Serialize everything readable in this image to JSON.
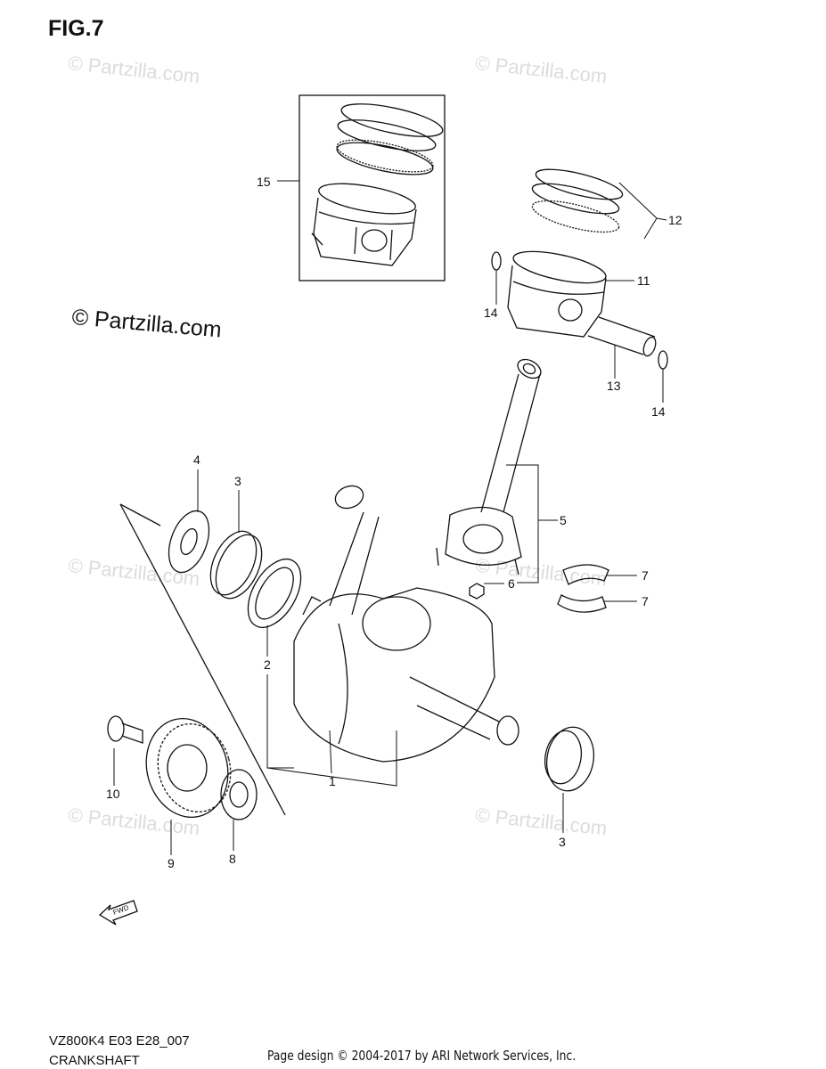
{
  "figure": {
    "title": "FIG.7",
    "model_code": "VZ800K4 E03 E28_007",
    "section": "CRANKSHAFT",
    "page_design": "Page design © 2004-2017 by ARI Network Services, Inc.",
    "watermark_main": "© Partzilla.com",
    "watermark_faint": "© Partzilla.com",
    "fwd_label": "FWD"
  },
  "callouts": [
    {
      "id": "c15",
      "label": "15"
    },
    {
      "id": "c12",
      "label": "12"
    },
    {
      "id": "c11",
      "label": "11"
    },
    {
      "id": "c14a",
      "label": "14"
    },
    {
      "id": "c13",
      "label": "13"
    },
    {
      "id": "c14b",
      "label": "14"
    },
    {
      "id": "c4",
      "label": "4"
    },
    {
      "id": "c3a",
      "label": "3"
    },
    {
      "id": "c5",
      "label": "5"
    },
    {
      "id": "c6",
      "label": "6"
    },
    {
      "id": "c7a",
      "label": "7"
    },
    {
      "id": "c7b",
      "label": "7"
    },
    {
      "id": "c2",
      "label": "2"
    },
    {
      "id": "c1",
      "label": "1"
    },
    {
      "id": "c10",
      "label": "10"
    },
    {
      "id": "c9",
      "label": "9"
    },
    {
      "id": "c8",
      "label": "8"
    },
    {
      "id": "c3b",
      "label": "3"
    }
  ]
}
